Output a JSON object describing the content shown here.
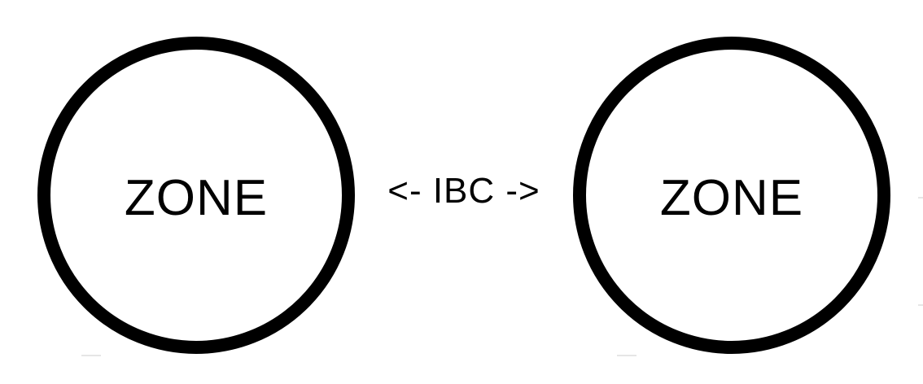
{
  "diagram": {
    "nodes": [
      {
        "id": "left",
        "label": "ZONE"
      },
      {
        "id": "right",
        "label": "ZONE"
      }
    ],
    "edge": {
      "from": "left",
      "to": "right",
      "label": "<- IBC ->"
    }
  }
}
